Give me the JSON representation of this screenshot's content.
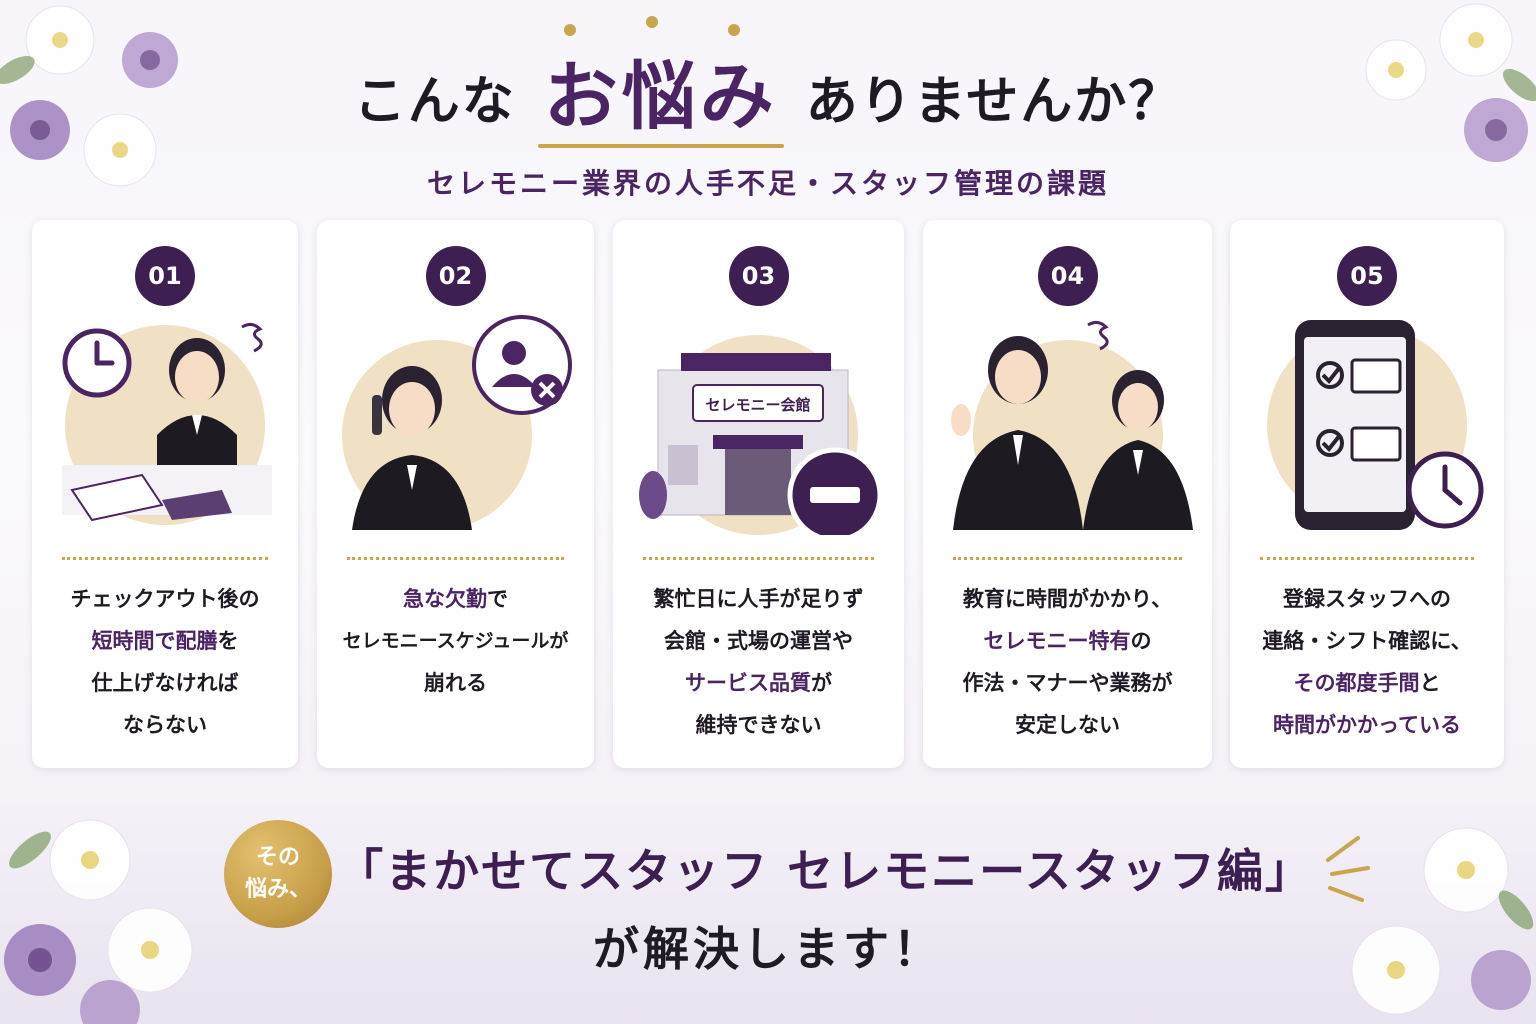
{
  "header": {
    "title_before": "こんな",
    "title_emphasis": "お悩み",
    "title_after": "ありませんか？",
    "subtitle": "セレモニー業界の人手不足・スタッフ管理の課題"
  },
  "cards": [
    {
      "number": "01",
      "icons": [
        "clock-icon",
        "worried-staff-writing-illustration"
      ],
      "lines": [
        {
          "parts": [
            {
              "text": "チェックアウト後の",
              "em": false
            }
          ]
        },
        {
          "parts": [
            {
              "text": "短時間で配膳",
              "em": true
            },
            {
              "text": "を",
              "em": false
            }
          ]
        },
        {
          "parts": [
            {
              "text": "仕上げなければ",
              "em": false
            }
          ]
        },
        {
          "parts": [
            {
              "text": "ならない",
              "em": false
            }
          ]
        }
      ]
    },
    {
      "number": "02",
      "icons": [
        "phone-staff-illustration",
        "absent-person-icon"
      ],
      "lines": [
        {
          "parts": [
            {
              "text": "急な欠勤",
              "em": true
            },
            {
              "text": "で",
              "em": false
            }
          ]
        },
        {
          "parts": [
            {
              "text": "セレモニースケジュールが",
              "em": false
            }
          ]
        },
        {
          "parts": [
            {
              "text": "崩れる",
              "em": false
            }
          ]
        }
      ]
    },
    {
      "number": "03",
      "icons": [
        "ceremony-hall-illustration",
        "minus-circle-icon"
      ],
      "hall_sign": "セレモニー会館",
      "lines": [
        {
          "parts": [
            {
              "text": "繁忙日に人手が足りず",
              "em": false
            }
          ]
        },
        {
          "parts": [
            {
              "text": "会館・式場の運営や",
              "em": false
            }
          ]
        },
        {
          "parts": [
            {
              "text": "サービス品質",
              "em": true
            },
            {
              "text": "が",
              "em": false
            }
          ]
        },
        {
          "parts": [
            {
              "text": "維持できない",
              "em": false
            }
          ]
        }
      ]
    },
    {
      "number": "04",
      "icons": [
        "two-staff-training-illustration"
      ],
      "lines": [
        {
          "parts": [
            {
              "text": "教育に時間がかかり、",
              "em": false
            }
          ]
        },
        {
          "parts": [
            {
              "text": "セレモニー特有",
              "em": true
            },
            {
              "text": "の",
              "em": false
            }
          ]
        },
        {
          "parts": [
            {
              "text": "作法・マナーや業務が",
              "em": false
            }
          ]
        },
        {
          "parts": [
            {
              "text": "安定しない",
              "em": false
            }
          ]
        }
      ]
    },
    {
      "number": "05",
      "icons": [
        "smartphone-checklist-icon",
        "clock-icon"
      ],
      "lines": [
        {
          "parts": [
            {
              "text": "登録スタッフへの",
              "em": false
            }
          ]
        },
        {
          "parts": [
            {
              "text": "連絡・シフト確認に、",
              "em": false
            }
          ]
        },
        {
          "parts": [
            {
              "text": "その都度手間",
              "em": true
            },
            {
              "text": "と",
              "em": false
            }
          ]
        },
        {
          "parts": [
            {
              "text": "時間がかかっている",
              "em": true
            }
          ]
        }
      ]
    }
  ],
  "solution": {
    "badge_line1": "その",
    "badge_line2": "悩み、",
    "product_name": "「まかせてスタッフ セレモニースタッフ編」",
    "tail": "が解決します！"
  },
  "colors": {
    "primary_purple": "#4b2463",
    "dark_purple": "#3d1f52",
    "gold": "#c9a54b",
    "beige_circle": "#f0e0c4"
  }
}
